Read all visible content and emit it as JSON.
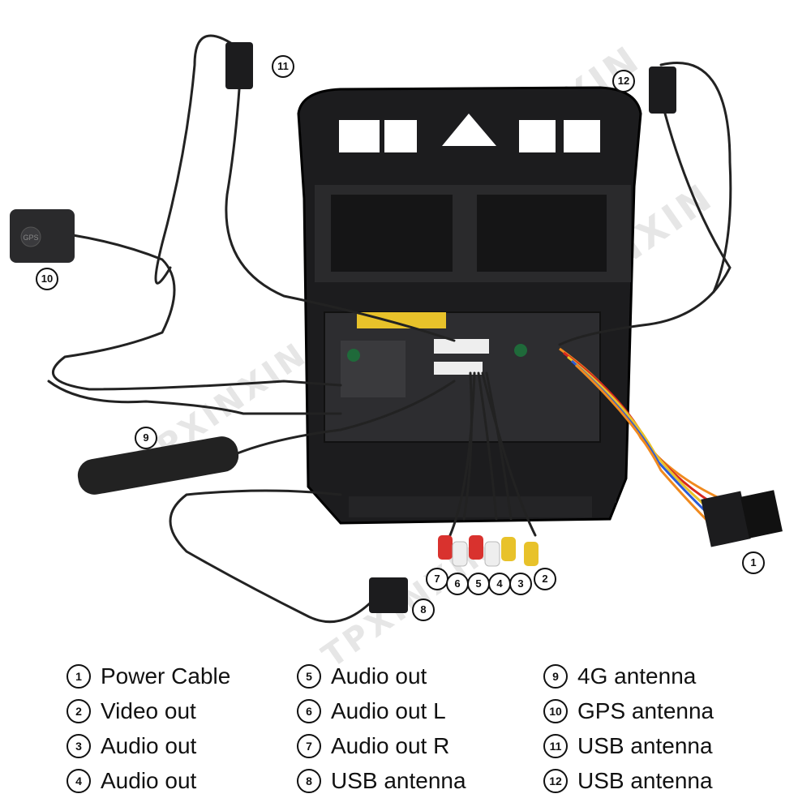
{
  "watermark": "TPXINXIN",
  "gps_label": "GPS",
  "callouts": {
    "c1": "1",
    "c2": "2",
    "c3": "3",
    "c4": "4",
    "c5": "5",
    "c6": "6",
    "c7": "7",
    "c8": "8",
    "c9": "9",
    "c10": "10",
    "c11": "11",
    "c12": "12"
  },
  "legend": [
    {
      "num": "1",
      "label": "Power Cable"
    },
    {
      "num": "2",
      "label": "Video out"
    },
    {
      "num": "3",
      "label": "Audio out"
    },
    {
      "num": "4",
      "label": "Audio out"
    },
    {
      "num": "5",
      "label": "Audio out"
    },
    {
      "num": "6",
      "label": "Audio out L"
    },
    {
      "num": "7",
      "label": "Audio out R"
    },
    {
      "num": "8",
      "label": "USB antenna"
    },
    {
      "num": "9",
      "label": "4G antenna"
    },
    {
      "num": "10",
      "label": "GPS antenna"
    },
    {
      "num": "11",
      "label": "USB antenna"
    },
    {
      "num": "12",
      "label": "USB antenna"
    }
  ],
  "colors": {
    "frame": "#1c1c1e",
    "cable": "#222222",
    "red_plug": "#d9322e",
    "yellow_plug": "#e8c22a",
    "white_plug": "#eeeeee",
    "harness_orange": "#f08a1e",
    "harness_red": "#d8281e",
    "harness_blue": "#2c5bd6"
  }
}
